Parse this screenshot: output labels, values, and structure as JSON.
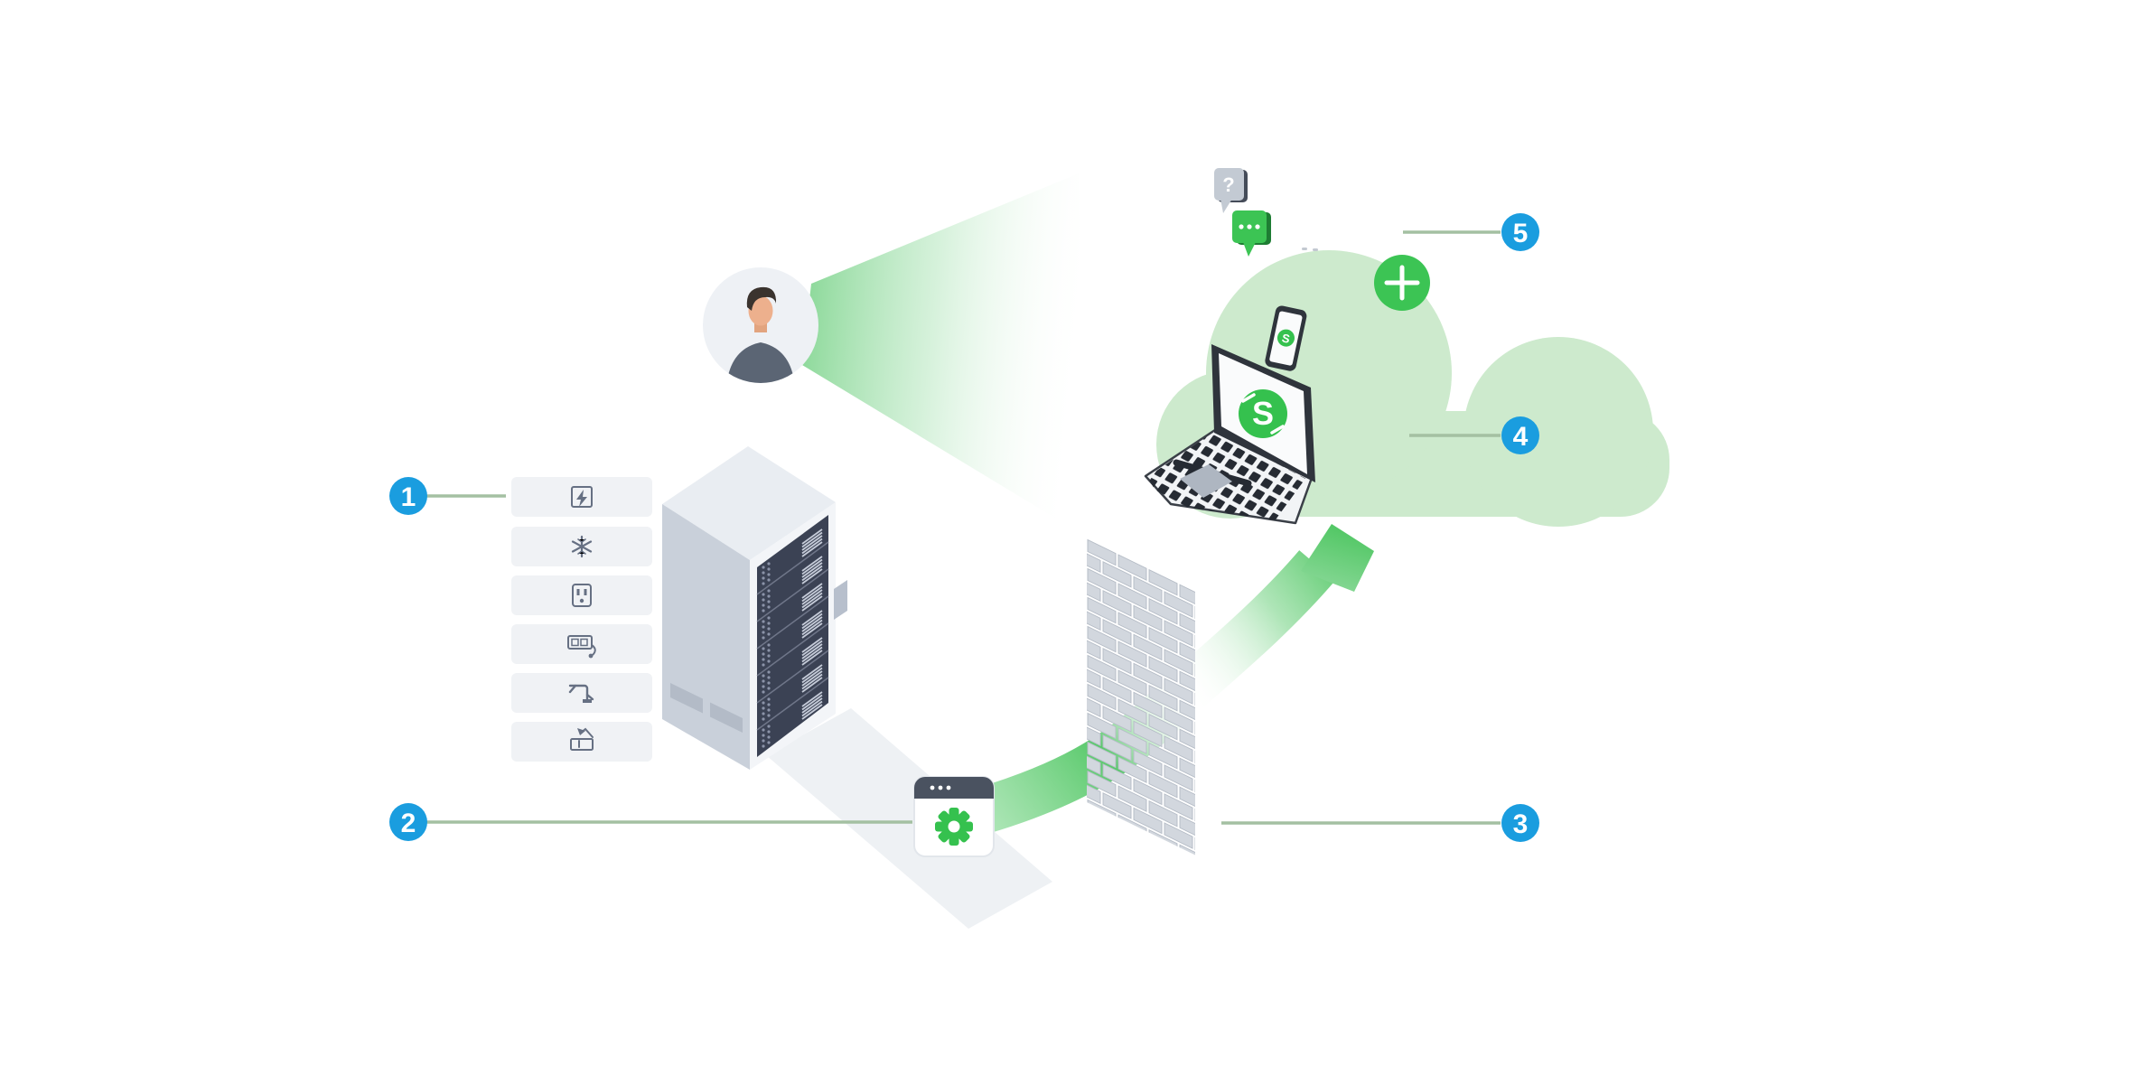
{
  "diagram": {
    "kind": "vpn-cloud-connection-illustration",
    "background": "#ffffff"
  },
  "colors": {
    "accent_green": "#3cc454",
    "cloud_green": "#cdeacd",
    "badge_blue": "#1a9ddf",
    "callout_line": "#a4c0a2",
    "server_panel": "#3b4254",
    "brick_gray": "#d2d7de"
  },
  "callouts": {
    "items": [
      {
        "label": "1"
      },
      {
        "label": "2"
      },
      {
        "label": "3"
      },
      {
        "label": "4"
      },
      {
        "label": "5"
      }
    ]
  },
  "equipment_list": {
    "icons": [
      "lightning",
      "snowflake",
      "power-outlet",
      "power-strip",
      "mounting-bracket",
      "fuel-supply"
    ]
  },
  "chat": {
    "question_glyph": "?",
    "typing_dots": "..."
  },
  "cloud": {
    "add_button_glyph": "+"
  },
  "brand": {
    "logo_letter": "S"
  }
}
